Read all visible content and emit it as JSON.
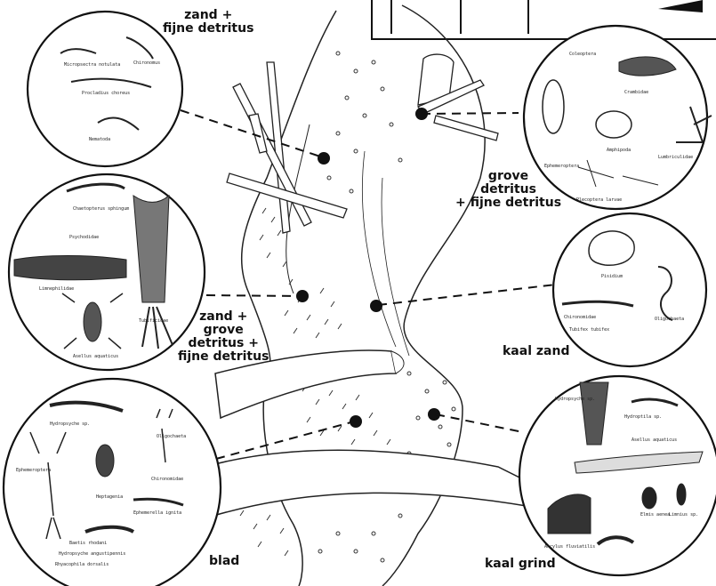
{
  "labels": {
    "zand_fijne": [
      "zand +",
      "fijne detritus"
    ],
    "grove_fijne": [
      "grove",
      "detritus",
      "+ fijne detritus"
    ],
    "zand_grove_fijne": [
      "zand +",
      "grove",
      "detritus +",
      "fijne detritus"
    ],
    "kaal_zand": "kaal zand",
    "blad": "blad",
    "kaal_grind": "kaal grind"
  },
  "organisms": {
    "c1": [
      "Micropsectra notulata",
      "Chironomus",
      "Procladius choreus",
      "Nematoda"
    ],
    "c2": [
      "Coleoptera",
      "Crambidae",
      "Amphipoda",
      "Lumbriculidae",
      "Ephemeroptera",
      "Plecoptera larvae"
    ],
    "c3": [
      "Chaetopterus sphingum",
      "Psychodidae",
      "Limnephilidae",
      "Tubificidae",
      "Asellus aquaticus"
    ],
    "c4": [
      "Pisidium",
      "Chironomidae",
      "Tubifex tubifex",
      "Oligochaeta"
    ],
    "c5": [
      "Hydropsyche sp.",
      "Oligochaeta",
      "Ephemeroptera",
      "Chironomidae",
      "Heptagenia",
      "Ephemerella ignita",
      "Baetis rhodani",
      "Hydropsyche angustipennis",
      "Rhyacophila dorsalis"
    ],
    "c6": [
      "Hydropsyche sp.",
      "Hydroptila sp.",
      "Asellus aquaticus",
      "Ancylus fluviatilis",
      "Elmis aenea",
      "Limnius sp."
    ]
  },
  "colors": {
    "ink": "#111111",
    "paper": "#ffffff"
  }
}
